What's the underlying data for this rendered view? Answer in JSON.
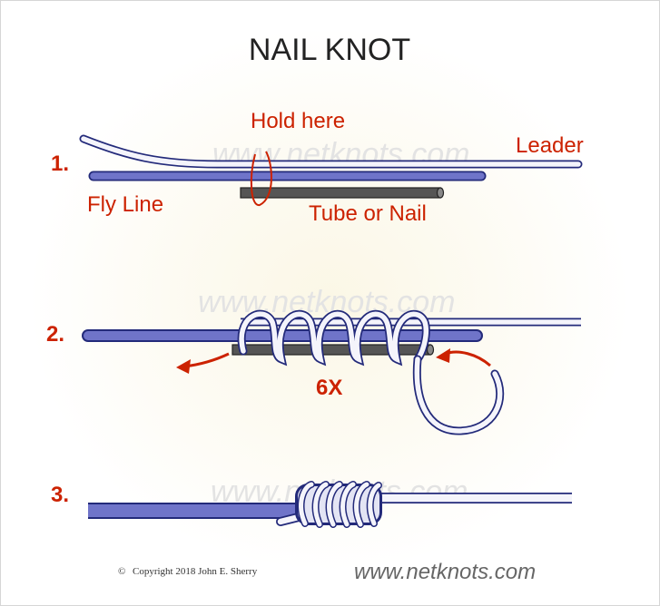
{
  "title": "NAIL KNOT",
  "watermark": "www.netknots.com",
  "steps": [
    {
      "number": "1.",
      "labels": {
        "hold": "Hold here",
        "leader": "Leader",
        "fly_line": "Fly Line",
        "tube": "Tube or Nail"
      }
    },
    {
      "number": "2.",
      "labels": {
        "wraps": "6X"
      }
    },
    {
      "number": "3."
    }
  ],
  "footer": {
    "copyright_symbol": "©",
    "copyright": "Copyright  2018  John E. Sherry",
    "url": "www.netknots.com"
  },
  "colors": {
    "label_red": "#cc2200",
    "fly_line_fill": "#6f74c9",
    "leader_fill": "#f4f4fb",
    "line_outline": "#232a7a",
    "tube_fill": "#555555"
  }
}
